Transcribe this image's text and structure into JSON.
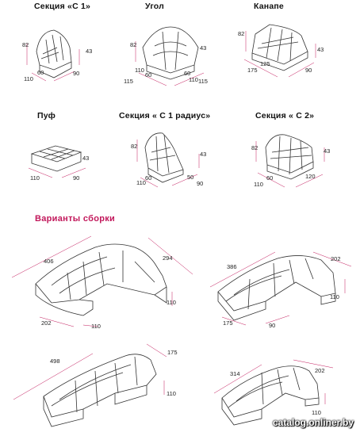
{
  "modules": [
    {
      "title": "Секция «С 1»",
      "dims": {
        "h": "82",
        "d": "43",
        "w": "60",
        "l": "110",
        "r": "90"
      }
    },
    {
      "title": "Угол",
      "dims": {
        "h": "82",
        "d": "43",
        "a": "110",
        "b": "60",
        "c": "60",
        "e": "110",
        "f": "115",
        "g": "115"
      }
    },
    {
      "title": "Канапе",
      "dims": {
        "h": "82",
        "d": "43",
        "w": "125",
        "l": "175",
        "r": "90"
      }
    },
    {
      "title": "Пуф",
      "dims": {
        "d": "43",
        "l": "110",
        "r": "90"
      }
    },
    {
      "title": "Секция « С 1 радиус»",
      "dims": {
        "h": "82",
        "d": "43",
        "w": "60",
        "l": "110",
        "r1": "50",
        "r2": "90"
      }
    },
    {
      "title": "Секция « С 2»",
      "dims": {
        "h": "82",
        "d": "43",
        "w": "60",
        "l": "110",
        "r": "120"
      }
    }
  ],
  "assembly": {
    "heading": "Варианты сборки",
    "variants": [
      {
        "dims": [
          "406",
          "294",
          "110",
          "202",
          "110"
        ]
      },
      {
        "dims": [
          "386",
          "202",
          "110",
          "175",
          "90"
        ]
      },
      {
        "dims": [
          "498",
          "175",
          "110"
        ]
      },
      {
        "dims": [
          "314",
          "202",
          "110"
        ]
      }
    ]
  },
  "watermark": "catalog.onliner.by"
}
